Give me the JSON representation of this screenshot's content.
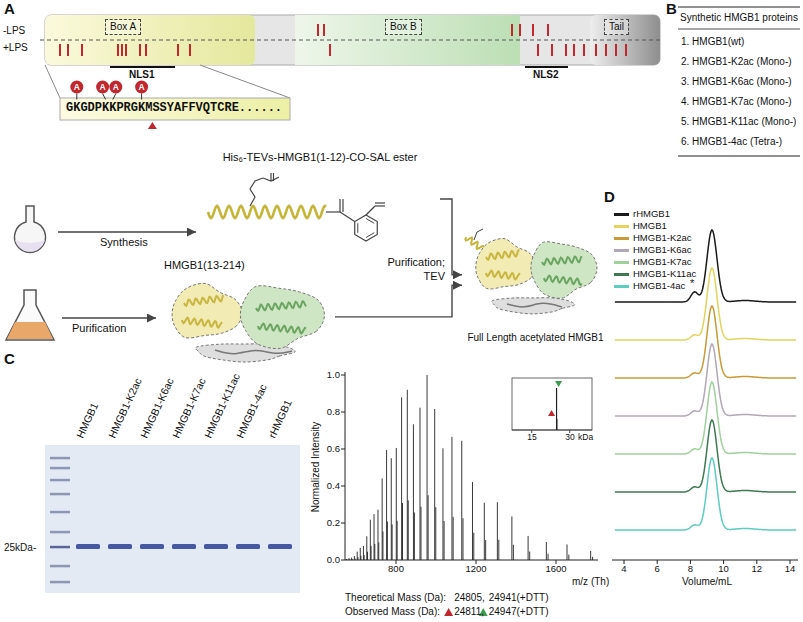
{
  "diagram": {
    "nodes": [
      {
        "text": [
          "Box A"
        ]
      },
      {
        "text": [
          "Box B"
        ]
      },
      {
        "text": [
          "Tail"
        ]
      },
      {
        "text": [
          "His₆-TEVs-HMGB1(1-12)-CO-SAL ester"
        ]
      },
      {
        "text": [
          "HMGB1(13-214)"
        ]
      },
      {
        "text": [
          "Full Length acetylated HMGB1"
        ]
      }
    ],
    "edges": [
      {
        "from": 3,
        "to": 5,
        "arrow": "to"
      },
      {
        "from": 4,
        "to": 5,
        "arrow": "to"
      }
    ],
    "labels": [
      "A",
      "-LPS",
      "+LPS",
      "NLS1",
      "NLS2",
      "A",
      "A",
      "A",
      "A",
      "GKGDPKKPRGKMSSYAFFVQTCRE......",
      "Synthesis",
      "Purification",
      "Purification;",
      "TEV",
      "B",
      "Synthetic HMGB1 proteins",
      "1. HMGB1(wt)",
      "2. HMGB1-K2ac (Mono-)",
      "3. HMGB1-K6ac (Mono-)",
      "4. HMGB1-K7ac (Mono-)",
      "5. HMGB1-K11ac (Mono-)",
      "6. HMGB1-4ac (Tetra-)",
      "C",
      "HMGB1",
      "HMGB1-K2ac",
      "HMGB1-K6ac",
      "HMGB1-K7ac",
      "HMGB1-K11ac",
      "HMGB1-4ac",
      "rHMGB1",
      "25kDa-",
      "Normalized Intensity",
      "1.0",
      "0.8",
      "0.6",
      "0.4",
      "0.2",
      "0.0",
      "800",
      "1200",
      "1600",
      "m/z (Th)",
      "15",
      "30",
      "kDa",
      "Theoretical Mass (Da):",
      "24805,",
      "24941(+DTT)",
      "Observed Mass (Da):",
      "24811,",
      "24947(+DTT)",
      "D",
      "*",
      "4",
      "6",
      "8",
      "10",
      "12",
      "14",
      "Volume/mL"
    ],
    "legend": [
      {
        "text": "rHMGB1",
        "color": "#1a1a1a"
      },
      {
        "text": "HMGB1",
        "color": "#e3d35c"
      },
      {
        "text": "HMGB1-K2ac",
        "color": "#c99a36"
      },
      {
        "text": "HMGB1-K6ac",
        "color": "#b2a7b4"
      },
      {
        "text": "HMGB1-K7ac",
        "color": "#9ed29a"
      },
      {
        "text": "HMGB1-K11ac",
        "color": "#3d7a52"
      },
      {
        "text": "HMGB1-4ac",
        "color": "#5ccdbf"
      }
    ]
  }
}
